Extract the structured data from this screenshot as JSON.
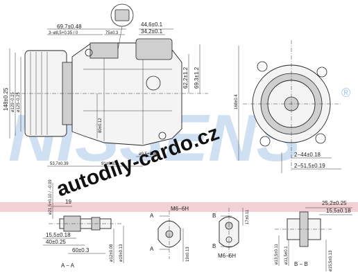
{
  "watermark": {
    "brand": "NISSENS",
    "registered": "®",
    "site": "autodily-cardo.cz"
  },
  "dimensions": {
    "d_69_7": "69,7±0.48",
    "d_3x8_5": "3−ø8,5+0.35 / 0",
    "d_75": "75±0.3",
    "d_44_6": "44,6±0.1",
    "d_34_2": "34,2±0.1",
    "d_148": "148±0.25",
    "d_129": "ø129−0.25",
    "d_125": "ø125−0.25",
    "d_62_2": "62,2±1.2",
    "d_69_3": "69,3±1.2",
    "d_168": "168±0.4",
    "d_80": "80±0.12",
    "d_53_7": "53,7±0.39",
    "d_91": "91±0.35",
    "d_9_5": "ø9,5+0.36",
    "d_2_44": "2−44±0.18",
    "d_2_51_5": "2−51,5±0.19",
    "d_21": "ø21,5+0.10 / −0.09",
    "d_19": "19",
    "d_15_5_left": "15,5±0.18",
    "d_40": "40±0.25",
    "d_60": "60±0.3",
    "d_12": "ø12±0.08",
    "d_19_dia": "ø19±0.13",
    "thread_a": "M6−6H",
    "d_19_a": "19±0.13",
    "d_17": "17±0.11",
    "thread_b": "M6−6H",
    "d_25_2": "25,2±0.25",
    "d_15_5_right": "15,5±0.18",
    "d_13_5": "ø13,5±0.11",
    "d_11_5": "ø11,5±0.1",
    "d_15_5_dia": "ø15,5±0.13"
  },
  "labels": {
    "section_aa": "A − A",
    "section_bb": "B − B",
    "a1": "A",
    "a2": "A",
    "b1": "B",
    "b2": "B"
  }
}
